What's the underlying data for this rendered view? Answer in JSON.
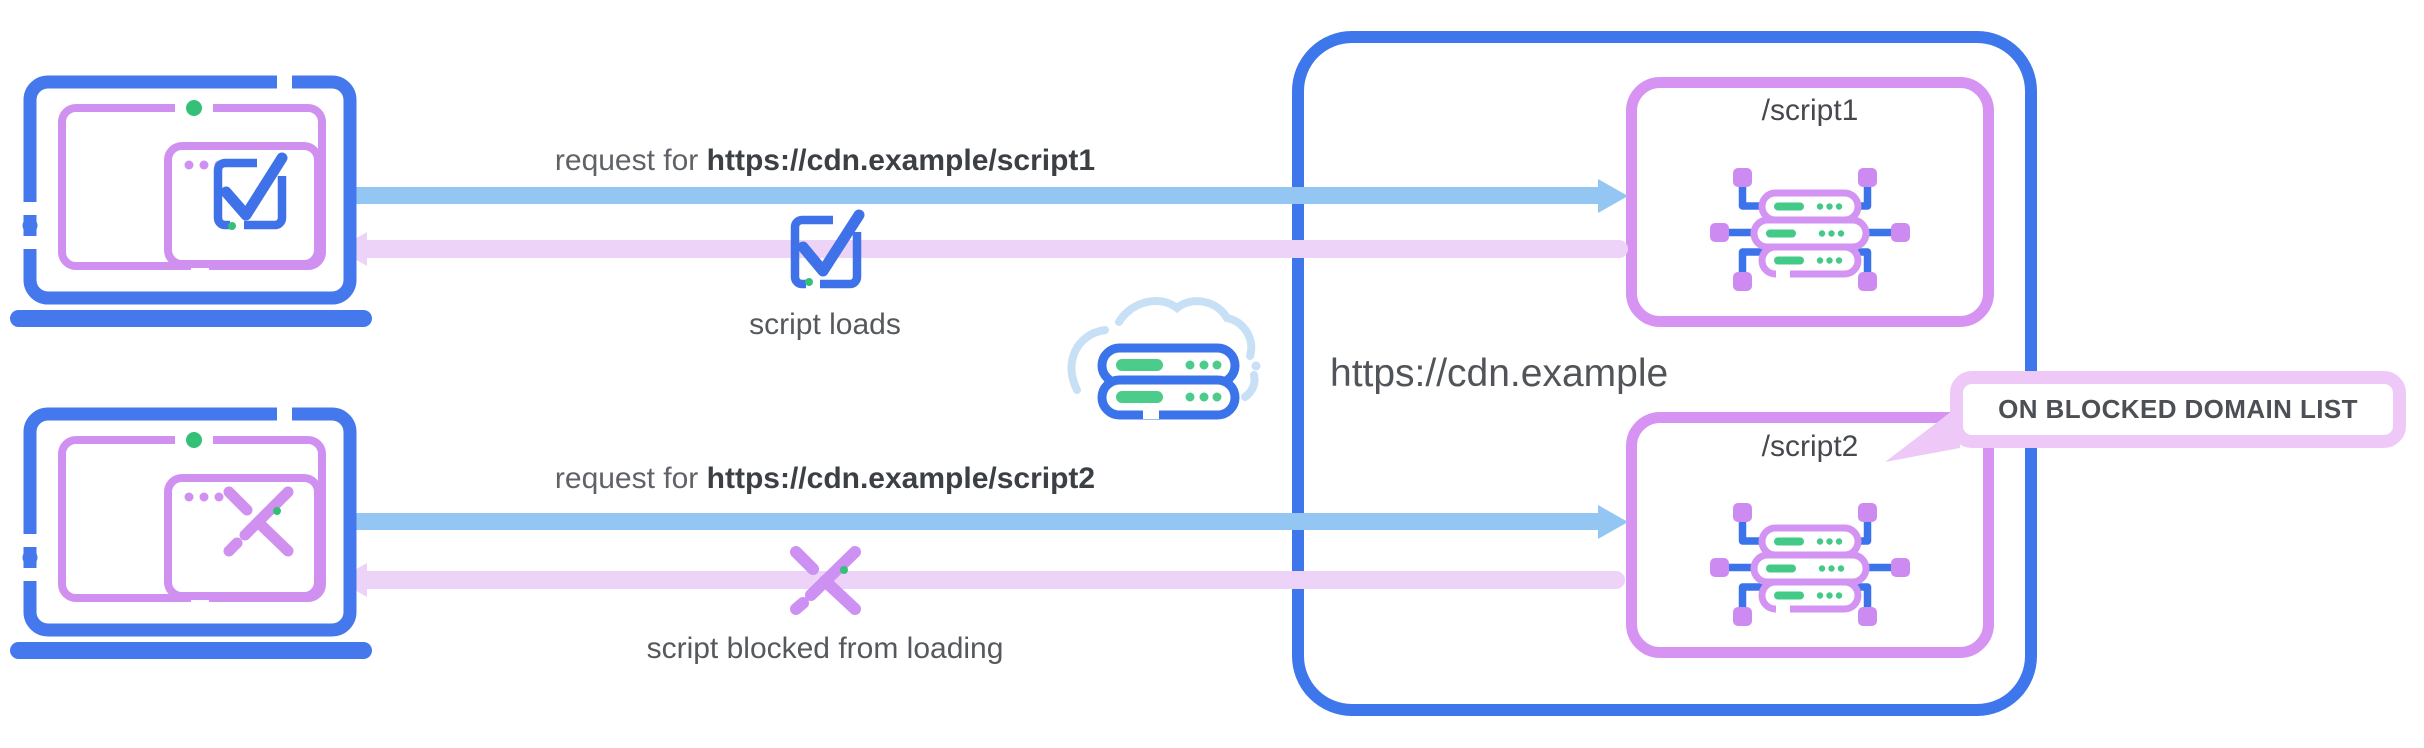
{
  "flows": {
    "script1": {
      "request_prefix": "request for",
      "request_url": "https://cdn.example/script1",
      "result_caption": "script loads"
    },
    "script2": {
      "request_prefix": "request for",
      "request_url": "https://cdn.example/script2",
      "result_caption": "script blocked from loading"
    }
  },
  "cdn": {
    "domain_label": "https://cdn.example",
    "endpoints": [
      {
        "label": "/script1"
      },
      {
        "label": "/script2"
      }
    ],
    "callout_label": "ON BLOCKED DOMAIN LIST"
  },
  "icons": {
    "client_allowed": "laptop-with-checkmark-icon",
    "client_blocked": "laptop-with-blocked-x-icon",
    "allowed": "checkmark-document-icon",
    "blocked": "blocked-x-icon",
    "cdn": "cloud-server-icon",
    "endpoint": "server-chip-icon"
  },
  "colors": {
    "blue": "#4478ec",
    "light_blue_arrow": "#93c6f3",
    "purple": "#cf90f0",
    "light_pink_arrow": "#eed3f8",
    "callout_border": "#eec9f8",
    "green": "#35c077",
    "server_green": "#4bcc8a",
    "cloud_blue": "#c7e0f6",
    "text_gray": "#5f6368",
    "text_dark": "#3c4045"
  }
}
